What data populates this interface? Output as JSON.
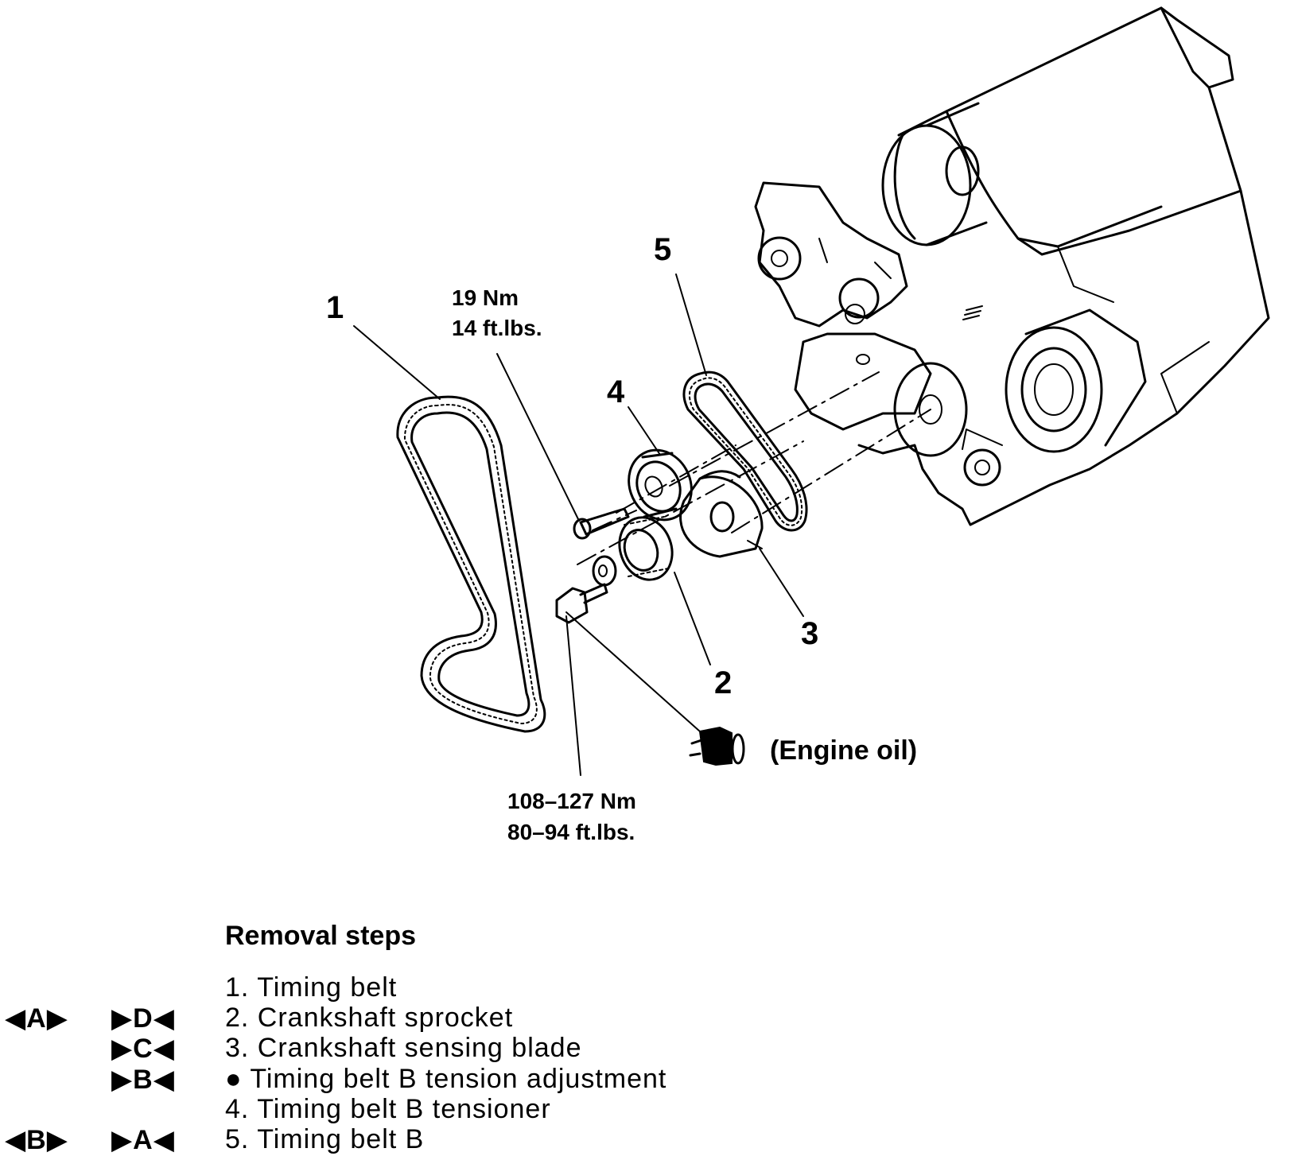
{
  "diagram": {
    "callouts": {
      "c1": "1",
      "c2": "2",
      "c3": "3",
      "c4": "4",
      "c5": "5"
    },
    "torque_small": [
      "19 Nm",
      "14 ft.lbs."
    ],
    "torque_large": [
      "108–127 Nm",
      "80–94 ft.lbs."
    ],
    "oil_label": "(Engine oil)"
  },
  "removal": {
    "title": "Removal steps",
    "steps": [
      {
        "text": "1. Timing belt",
        "install_mark": "",
        "removal_mark": ""
      },
      {
        "text": "2. Crankshaft sprocket",
        "install_mark": "◀A▶",
        "removal_mark": "▶D◀"
      },
      {
        "text": "3. Crankshaft sensing blade",
        "install_mark": "",
        "removal_mark": "▶C◀"
      },
      {
        "text": "● Timing belt B tension adjustment",
        "install_mark": "",
        "removal_mark": "▶B◀"
      },
      {
        "text": "4. Timing belt B tensioner",
        "install_mark": "",
        "removal_mark": ""
      },
      {
        "text": "5. Timing belt B",
        "install_mark": "◀B▶",
        "removal_mark": "▶A◀"
      }
    ]
  }
}
